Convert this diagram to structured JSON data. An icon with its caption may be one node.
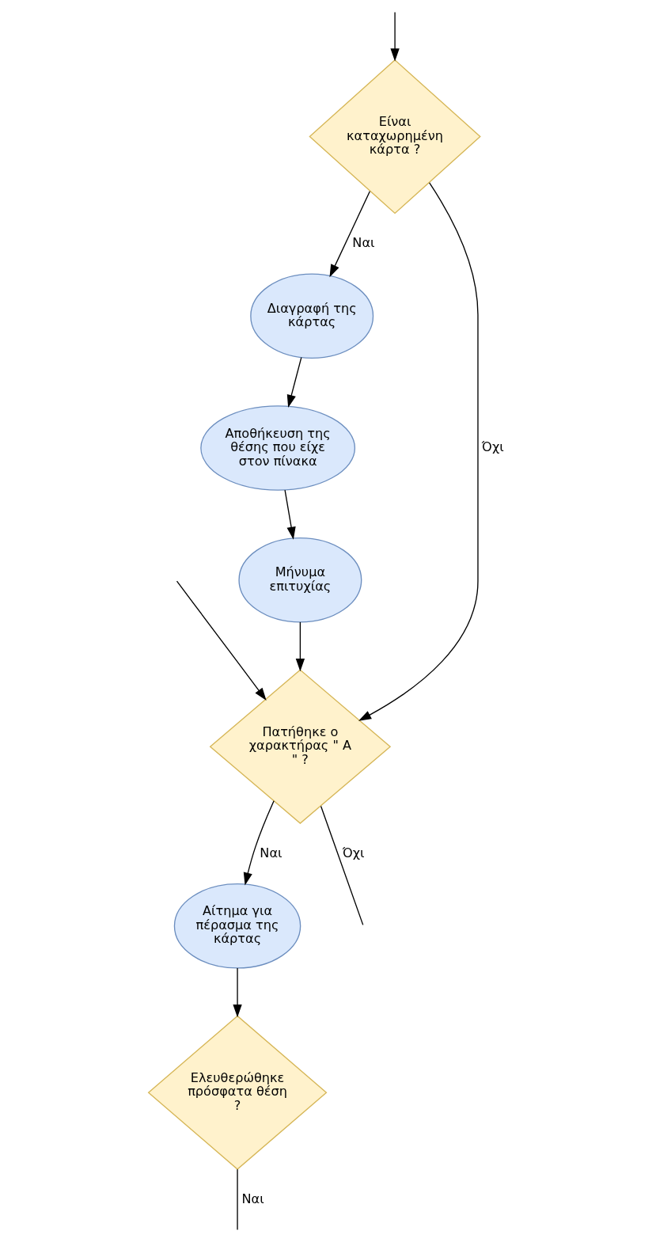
{
  "diagram": {
    "nodes": [
      {
        "text": [
          "Είναι καταχωρημένη κάρτα ?"
        ]
      },
      {
        "text": [
          "Διαγραφή της κάρτας"
        ]
      },
      {
        "text": [
          "Αποθήκευση της θέσης που είχε στον πίνακα"
        ]
      },
      {
        "text": [
          "Μήνυμα επιτυχίας"
        ]
      },
      {
        "text": [
          "Πατήθηκε ο χαρακτήρας \" A \" ?"
        ]
      },
      {
        "text": [
          "Αίτημα για πέρασμα της κάρτας"
        ]
      },
      {
        "text": [
          "Ελευθερώθηκε πρόσφατα θέση ?"
        ]
      }
    ],
    "edges": [
      {
        "from": null,
        "to": 0,
        "arrow": "to"
      },
      {
        "from": null,
        "to": 4,
        "arrow": "to"
      },
      {
        "from": 0,
        "to": 4,
        "arrow": "to",
        "label": "Όχι"
      },
      {
        "from": 0,
        "to": 1,
        "arrow": "to",
        "label": "Ναι"
      },
      {
        "from": 1,
        "to": 2,
        "arrow": "to"
      },
      {
        "from": 2,
        "to": 3,
        "arrow": "to"
      },
      {
        "from": 3,
        "to": 4,
        "arrow": "to"
      },
      {
        "from": 4,
        "to": 5,
        "arrow": "to",
        "label": "Ναι"
      },
      {
        "from": 5,
        "to": 6,
        "arrow": "to"
      },
      {
        "from": 4,
        "to": null,
        "arrow": "none",
        "label": "Όχι"
      },
      {
        "from": 6,
        "to": null,
        "arrow": "none",
        "label": "Ναι"
      }
    ]
  }
}
